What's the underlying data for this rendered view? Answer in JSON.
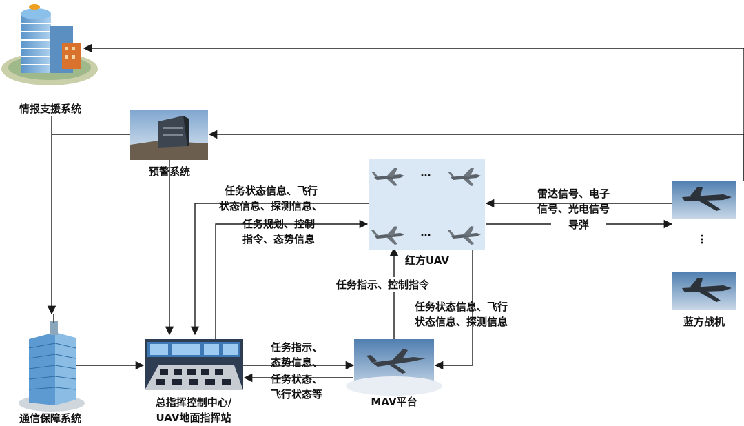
{
  "nodes": {
    "intel": "情报支援系统",
    "warning": "预警系统",
    "comms": "通信保障系统",
    "command_line1": "总指挥控制中心/",
    "command_line2": "UAV地面指挥站",
    "mav": "MAV平台",
    "red_uav": "红方UAV",
    "blue": "蓝方战机"
  },
  "edges": {
    "uav_to_cmd_line1": "任务状态信息、飞行",
    "uav_to_cmd_line2": "状态信息、探测信息、",
    "cmd_to_uav_line1": "任务规划、控制",
    "cmd_to_uav_line2": "指令、态势信息",
    "blue_to_red_line1": "雷达信号、电子",
    "blue_to_red_line2": "信号、光电信号",
    "red_to_blue": "导弹",
    "mav_to_uav": "任务指示、控制指令",
    "uav_to_mav_line1": "任务状态信息、飞行",
    "uav_to_mav_line2": "状态信息、探测信息",
    "cmd_to_mav_line1": "任务指示、",
    "cmd_to_mav_line2": "态势信息、",
    "mav_to_cmd_line1": "任务状态、",
    "mav_to_cmd_line2": "飞行状态等"
  },
  "ellipsis": "…",
  "colors": {
    "line": "#1a1a1a",
    "uav_panel": "#d9e8f4",
    "sky": "#8fb3d6"
  }
}
